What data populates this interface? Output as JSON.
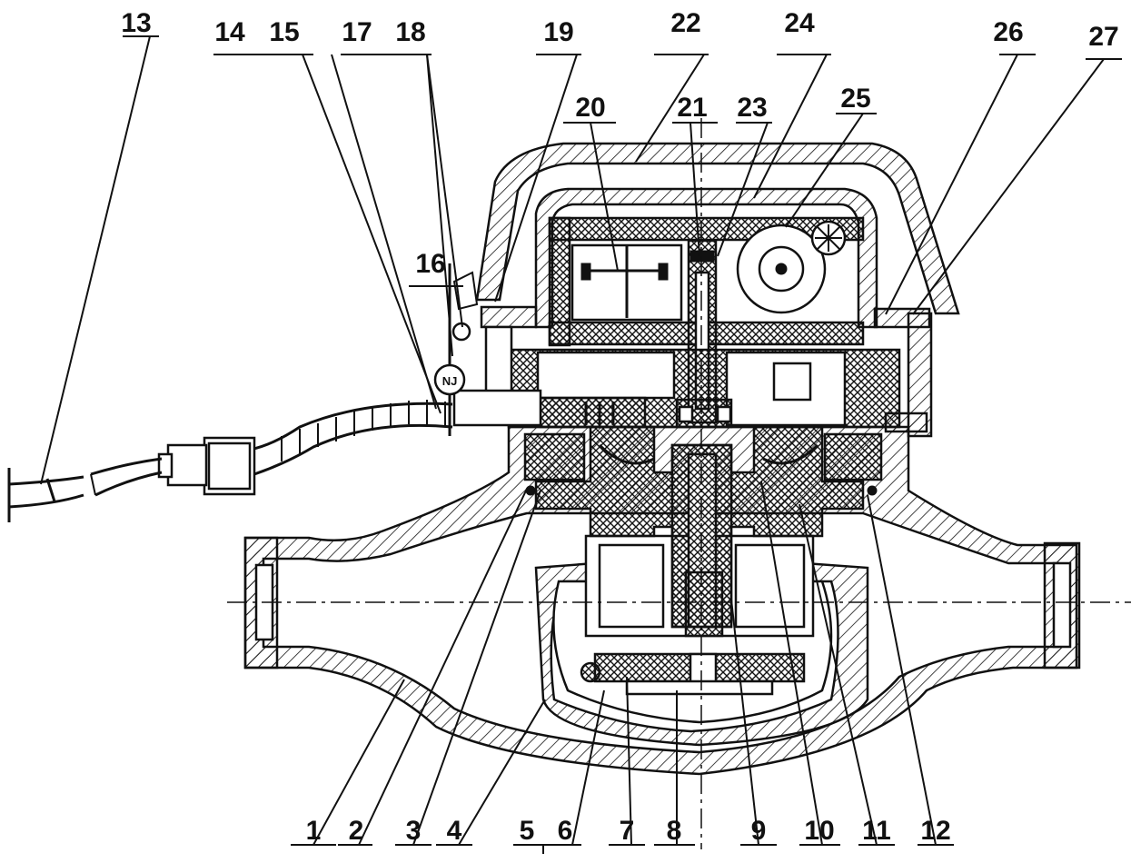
{
  "labels": {
    "l1": "1",
    "l2": "2",
    "l3": "3",
    "l4": "4",
    "l5": "5",
    "l6": "6",
    "l7": "7",
    "l8": "8",
    "l9": "9",
    "l10": "10",
    "l11": "11",
    "l12": "12",
    "l13": "13",
    "l14": "14",
    "l15": "15",
    "l16": "16",
    "l17": "17",
    "l18": "18",
    "l19": "19",
    "l20": "20",
    "l21": "21",
    "l22": "22",
    "l23": "23",
    "l24": "24",
    "l25": "25",
    "l26": "26",
    "l27": "27"
  },
  "valve_marking": "NJ"
}
